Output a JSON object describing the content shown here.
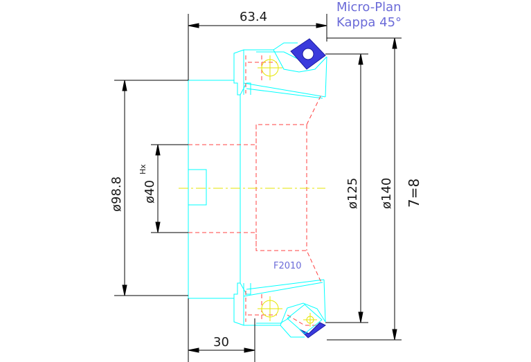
{
  "title": {
    "line1": "Micro-Plan",
    "line2": "Kappa 45°"
  },
  "dimensions": {
    "overall_length": "63.4",
    "shank_length": "30",
    "diameter_shoulder": "ø98.8",
    "diameter_bore": "ø40",
    "bore_tolerance": "Hx",
    "diameter_inner_cut": "ø125",
    "diameter_outer_cut": "ø140",
    "teeth": "7=8"
  },
  "labels": {
    "model": "F2010"
  },
  "colors": {
    "outline": "#00ffff",
    "hidden_line": "#ff4040",
    "centerline": "#e6e600",
    "dimension": "#000000",
    "insert": "#3a3adc",
    "title": "#6b6bd8"
  }
}
